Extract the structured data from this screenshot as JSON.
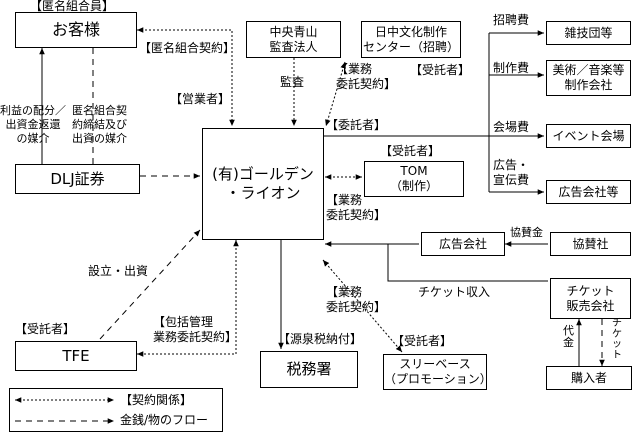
{
  "boxes": {
    "customer": "お客様",
    "auditor": "中央青山\n監査法人",
    "center": "日中文化制作\nセンター（招聘）",
    "acrobat": "雑技団等",
    "art": "美術／音楽等\n制作会社",
    "event": "イベント会場",
    "adco": "広告会社等",
    "dlj": "DLJ証券",
    "golden": "(有)ゴールデン\n・ライオン",
    "tom": "TOM\n（制作）",
    "adagency": "広告会社",
    "sponsor": "協賛社",
    "ticketco": "チケット\n販売会社",
    "tfe": "TFE",
    "taxoffice": "税務署",
    "spb": "スリーベース\n（プロモーション）",
    "buyer": "購入者"
  },
  "labels": {
    "anon_member": "【匿名組合員】",
    "anon_contract": "【匿名組合契約】",
    "sales_agent": "【営業者】",
    "audit": "監査",
    "biz_contract_1": "【業務\n委託契約】",
    "contractee_1": "【受託者】",
    "contractor": "【委託者】",
    "contractee_2": "【受託者】",
    "biz_contract_2": "【業務\n委託契約】",
    "biz_contract_3": "【業務\n委託契約】",
    "contractee_3": "【受託者】",
    "contractee_4": "【受託者】",
    "bundle_contract": "【包括管理\n業務委託契約】",
    "withholding": "【源泉税納付】",
    "fee_invite": "招聘費",
    "fee_production": "制作費",
    "fee_venue": "会場費",
    "fee_ad": "広告・\n宣伝費",
    "sponsorship": "協賛金",
    "ticket_income": "チケット収入",
    "setup_invest": "設立・出資",
    "profit_note": "利益の配分／\n出資金返還\nの媒介",
    "anon_note": "匿名組合契\n約締結及び\n出資の媒介",
    "money_label": "代\n金",
    "ticket_label": "チ\nケ\nッ\nト"
  },
  "legend": {
    "contract": "【契約関係】",
    "flow": "金銭/物のフロー"
  }
}
